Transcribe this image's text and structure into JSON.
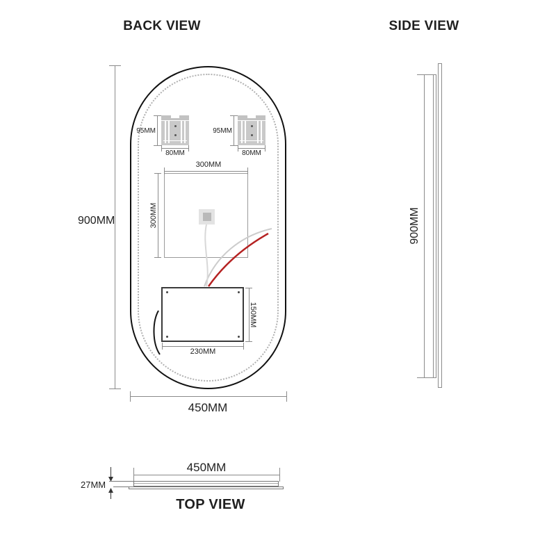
{
  "back_view": {
    "title": "BACK VIEW",
    "overall_height": "900MM",
    "overall_width": "450MM",
    "bracket": {
      "height": "95MM",
      "width": "80MM"
    },
    "plate": {
      "width": "300MM",
      "height": "300MM"
    },
    "driver": {
      "width": "230MM",
      "height": "150MM"
    }
  },
  "side_view": {
    "title": "SIDE VIEW",
    "overall_height": "900MM"
  },
  "top_view": {
    "title": "TOP VIEW",
    "overall_width": "450MM",
    "thickness": "27MM"
  },
  "colors": {
    "outline": "#111111",
    "dimension_line": "#8a8a8a",
    "led_dot": "#b0b0b0",
    "wire_red": "#b52222",
    "wire_gray": "#cccccc",
    "sensor_wire": "#d8d8d8",
    "wire_black": "#151515",
    "bracket_fill": "#c9c9c9"
  }
}
